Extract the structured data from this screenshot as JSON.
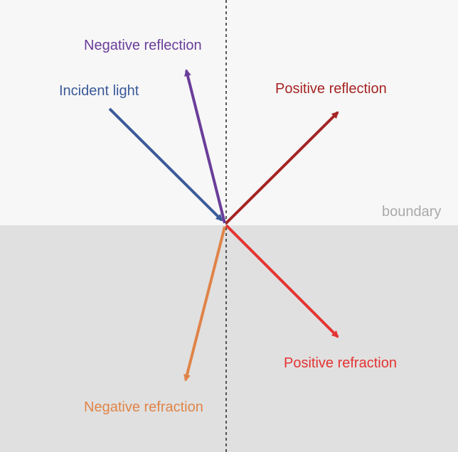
{
  "labels": {
    "negative_reflection": "Negative reflection",
    "incident_light": "Incident light",
    "positive_reflection": "Positive reflection",
    "boundary": "boundary",
    "positive_refraction": "Positive refraction",
    "negative_refraction": "Negative refraction"
  },
  "colors": {
    "upper_medium": "#f7f7f7",
    "lower_medium": "#e0e0e0",
    "normal_line": "#222222",
    "boundary_text": "#a9a9a9",
    "incident_light": "#3a5a99",
    "negative_reflection": "#6a3d9a",
    "positive_reflection": "#a52424",
    "positive_refraction": "#e53333",
    "negative_refraction": "#e08448"
  }
}
